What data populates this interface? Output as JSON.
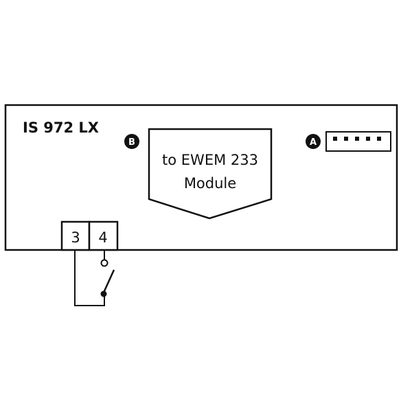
{
  "device": {
    "model_label": "IS 972 LX"
  },
  "markers": {
    "a": "A",
    "b": "B"
  },
  "module_box": {
    "line1": "to EWEM 233",
    "line2": "Module"
  },
  "terminals": {
    "left": "3",
    "right": "4"
  },
  "colors": {
    "stroke": "#111111",
    "background": "#ffffff",
    "marker_fill": "#111111",
    "marker_text": "#ffffff"
  }
}
